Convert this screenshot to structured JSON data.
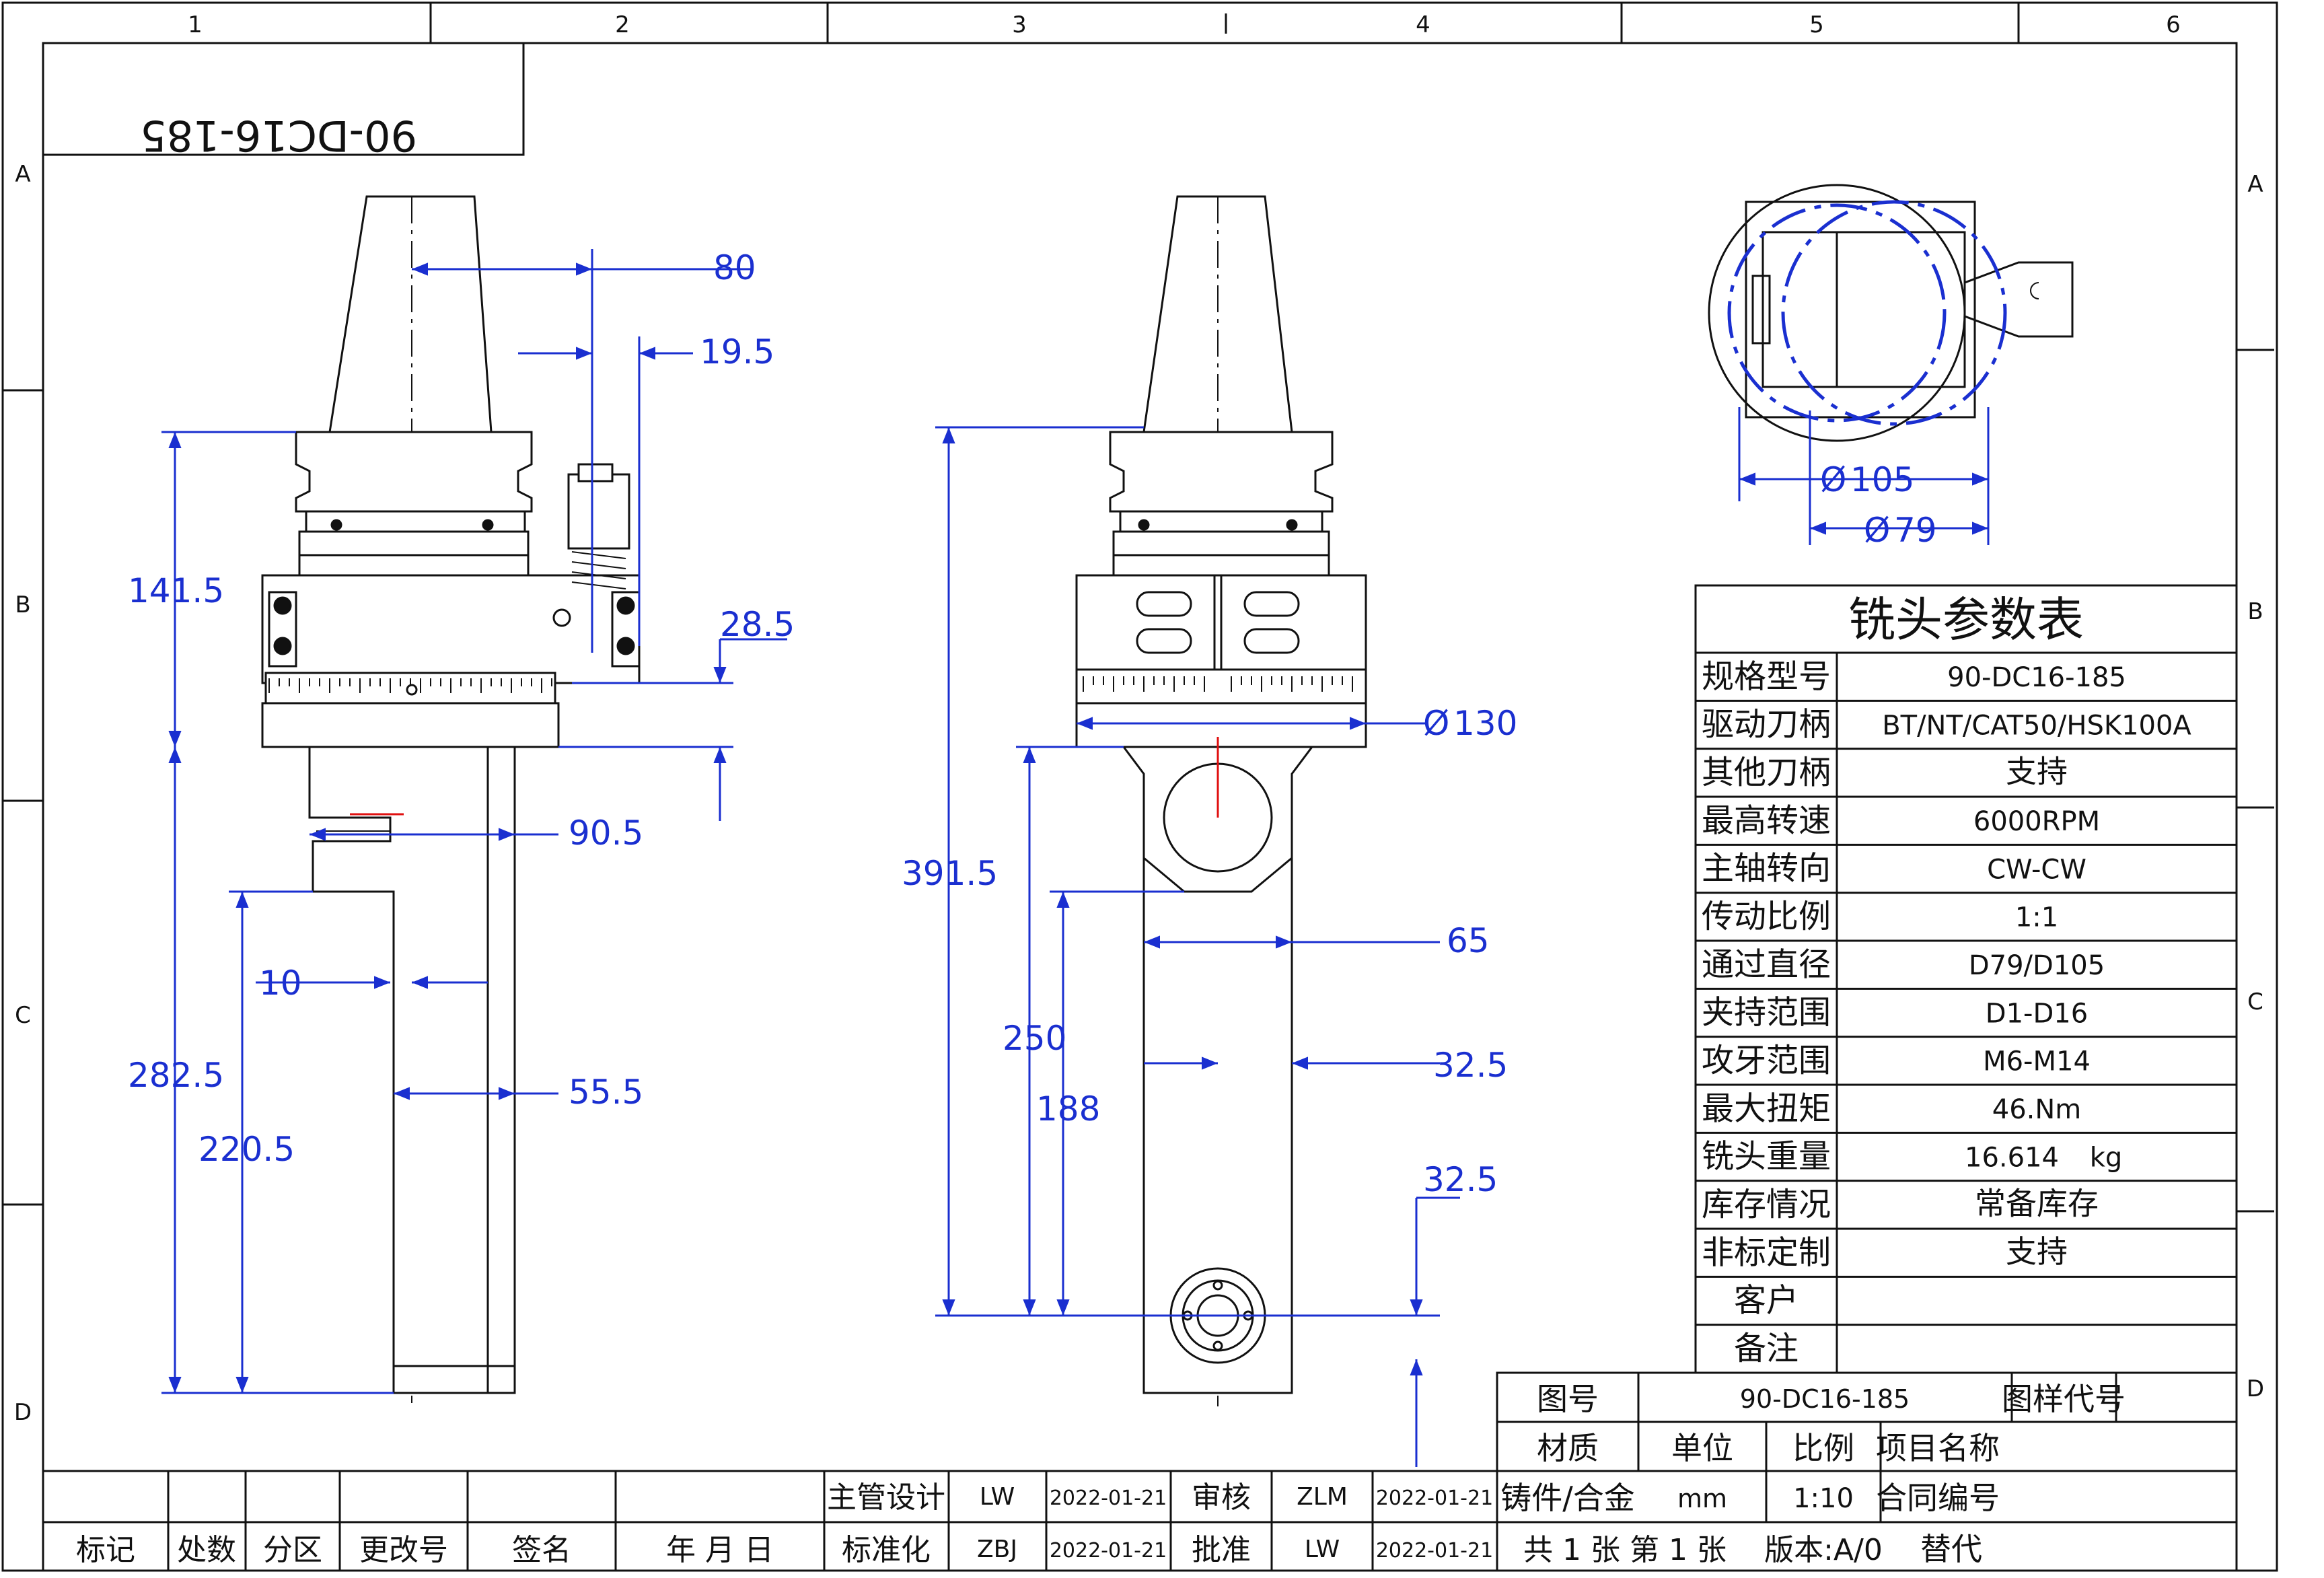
{
  "drawing_code": "90-DC16-185",
  "border": {
    "columns": [
      "1",
      "2",
      "3",
      "4",
      "5",
      "6"
    ],
    "rows": [
      "A",
      "B",
      "C",
      "D"
    ]
  },
  "dimensions": {
    "left": [
      "80",
      "19.5",
      "141.5",
      "28.5",
      "90.5",
      "10",
      "282.5",
      "220.5",
      "55.5"
    ],
    "middle": [
      "391.5",
      "130",
      "250",
      "188",
      "65",
      "32.5",
      "32.5"
    ],
    "top_right": [
      "105",
      "79"
    ],
    "diameter_symbol": "Ø"
  },
  "param_table": {
    "title": "铣头参数表",
    "rows": [
      {
        "label": "规格型号",
        "value": "90-DC16-185"
      },
      {
        "label": "驱动刀柄",
        "value": "BT/NT/CAT50/HSK100A"
      },
      {
        "label": "其他刀柄",
        "value": "支持"
      },
      {
        "label": "最高转速",
        "value": "6000RPM"
      },
      {
        "label": "主轴转向",
        "value": "CW-CW"
      },
      {
        "label": "传动比例",
        "value": "1:1"
      },
      {
        "label": "通过直径",
        "value": "D79/D105"
      },
      {
        "label": "夹持范围",
        "value": "D1-D16"
      },
      {
        "label": "攻牙范围",
        "value": "M6-M14"
      },
      {
        "label": "最大扭矩",
        "value": "46.Nm"
      },
      {
        "label": "铣头重量",
        "value": "16.614",
        "unit": "kg"
      },
      {
        "label": "库存情况",
        "value": "常备库存"
      },
      {
        "label": "非标定制",
        "value": "支持"
      },
      {
        "label": "客户",
        "value": ""
      },
      {
        "label": "备注",
        "value": ""
      }
    ]
  },
  "title_block": {
    "drawing_no_label": "图号",
    "drawing_no": "90-DC16-185",
    "sample_code_label": "图样代号",
    "material_label": "材质",
    "unit_label": "单位",
    "scale_label": "比例",
    "project_label": "项目名称",
    "material": "铸件/合金",
    "unit": "mm",
    "scale": "1:10",
    "contract_label": "合同编号",
    "sheets": "共 1 张  第 1 张",
    "version": "版本:A/0",
    "replace_label": "替代"
  },
  "revision_block": {
    "headers": [
      "标记",
      "处数",
      "分区",
      "更改号",
      "签名",
      "年 月 日"
    ],
    "designer_label": "主管设计",
    "designer": "LW",
    "design_date": "2022-01-21",
    "check_label": "审核",
    "checker": "ZLM",
    "check_date": "2022-01-21",
    "standard_label": "标准化",
    "standardizer": "ZBJ",
    "standard_date": "2022-01-21",
    "approve_label": "批准",
    "approver": "LW",
    "approve_date": "2022-01-21"
  },
  "colors": {
    "dimension": "#1a2fd0",
    "line": "#111111",
    "center": "#e01010"
  }
}
